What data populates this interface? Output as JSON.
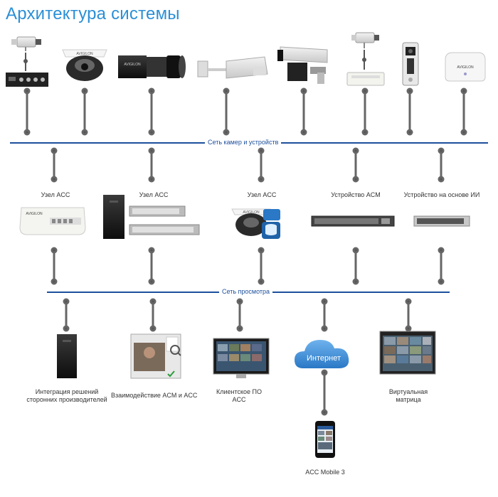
{
  "title": "Архитектура системы",
  "networks": {
    "cameras": "Сеть камер и устройств",
    "viewing": "Сеть просмотра"
  },
  "servers": [
    {
      "label": "Узел ACC"
    },
    {
      "label": "Узел ACC"
    },
    {
      "label": "Узел ACC"
    },
    {
      "label": "Устройство ACM"
    },
    {
      "label": "Устройство на основе ИИ"
    }
  ],
  "clients": [
    {
      "label": "Интеграция решений\nсторонних производителей"
    },
    {
      "label": "Взаимодействие ACM и ACC"
    },
    {
      "label": "Клиентское ПО\nACC"
    },
    {
      "label": "Виртуальная\nматрица"
    }
  ],
  "internet": {
    "label": "Интернет"
  },
  "mobile": {
    "label": "ACC Mobile 3"
  },
  "colors": {
    "title": "#2b8fd6",
    "network_line": "#1d4f9c",
    "connector": "#666666",
    "cloud": "#3d8fd9"
  }
}
